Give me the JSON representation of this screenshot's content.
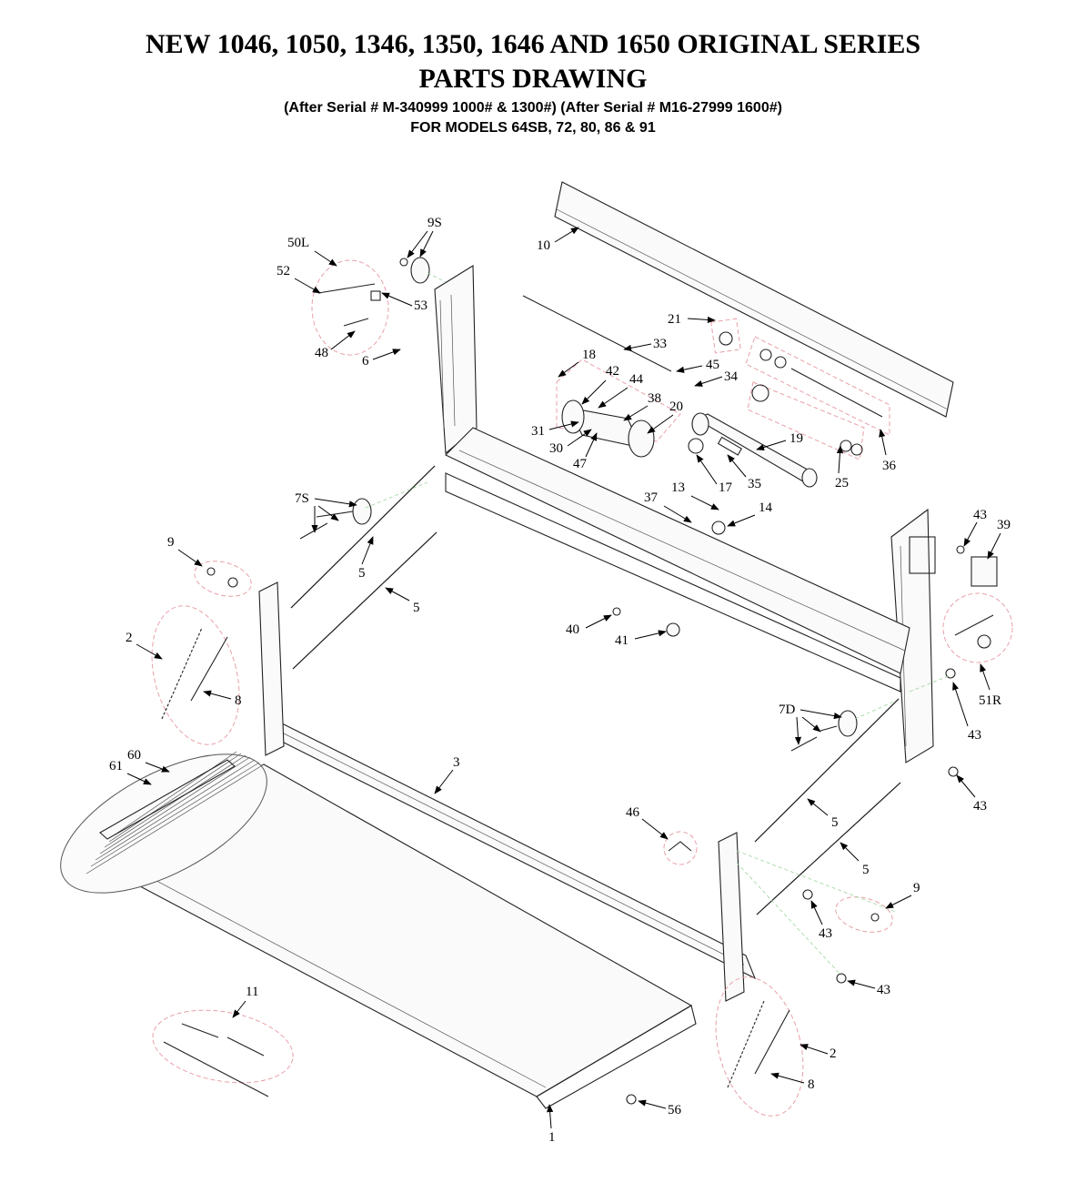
{
  "header": {
    "title_line1": "NEW 1046, 1050, 1346, 1350, 1646 AND 1650 ORIGINAL SERIES",
    "title_line2": "PARTS DRAWING",
    "serial_note": "(After Serial # M-340999 1000# & 1300#) (After Serial # M16-27999 1600#)",
    "models_note": "FOR MODELS  64SB, 72, 80, 86 & 91"
  },
  "callouts": [
    {
      "id": "9S",
      "text": "9S"
    },
    {
      "id": "50L",
      "text": "50L"
    },
    {
      "id": "52",
      "text": "52"
    },
    {
      "id": "53",
      "text": "53"
    },
    {
      "id": "48",
      "text": "48"
    },
    {
      "id": "6",
      "text": "6"
    },
    {
      "id": "10",
      "text": "10"
    },
    {
      "id": "21",
      "text": "21"
    },
    {
      "id": "33",
      "text": "33"
    },
    {
      "id": "18",
      "text": "18"
    },
    {
      "id": "42",
      "text": "42"
    },
    {
      "id": "44",
      "text": "44"
    },
    {
      "id": "45",
      "text": "45"
    },
    {
      "id": "34",
      "text": "34"
    },
    {
      "id": "38",
      "text": "38"
    },
    {
      "id": "20",
      "text": "20"
    },
    {
      "id": "31",
      "text": "31"
    },
    {
      "id": "30",
      "text": "30"
    },
    {
      "id": "47",
      "text": "47"
    },
    {
      "id": "19",
      "text": "19"
    },
    {
      "id": "17",
      "text": "17"
    },
    {
      "id": "35",
      "text": "35"
    },
    {
      "id": "25",
      "text": "25"
    },
    {
      "id": "36",
      "text": "36"
    },
    {
      "id": "13",
      "text": "13"
    },
    {
      "id": "37",
      "text": "37"
    },
    {
      "id": "14",
      "text": "14"
    },
    {
      "id": "7S",
      "text": "7S"
    },
    {
      "id": "5a",
      "text": "5"
    },
    {
      "id": "5b",
      "text": "5"
    },
    {
      "id": "9a",
      "text": "9"
    },
    {
      "id": "43a",
      "text": "43"
    },
    {
      "id": "39",
      "text": "39"
    },
    {
      "id": "40",
      "text": "40"
    },
    {
      "id": "41",
      "text": "41"
    },
    {
      "id": "2a",
      "text": "2"
    },
    {
      "id": "8a",
      "text": "8"
    },
    {
      "id": "51R",
      "text": "51R"
    },
    {
      "id": "7D",
      "text": "7D"
    },
    {
      "id": "43b",
      "text": "43"
    },
    {
      "id": "60",
      "text": "60"
    },
    {
      "id": "61",
      "text": "61"
    },
    {
      "id": "3",
      "text": "3"
    },
    {
      "id": "43c",
      "text": "43"
    },
    {
      "id": "46",
      "text": "46"
    },
    {
      "id": "5c",
      "text": "5"
    },
    {
      "id": "5d",
      "text": "5"
    },
    {
      "id": "9b",
      "text": "9"
    },
    {
      "id": "43d",
      "text": "43"
    },
    {
      "id": "43e",
      "text": "43"
    },
    {
      "id": "11",
      "text": "11"
    },
    {
      "id": "2b",
      "text": "2"
    },
    {
      "id": "8b",
      "text": "8"
    },
    {
      "id": "56",
      "text": "56"
    },
    {
      "id": "1",
      "text": "1"
    }
  ]
}
